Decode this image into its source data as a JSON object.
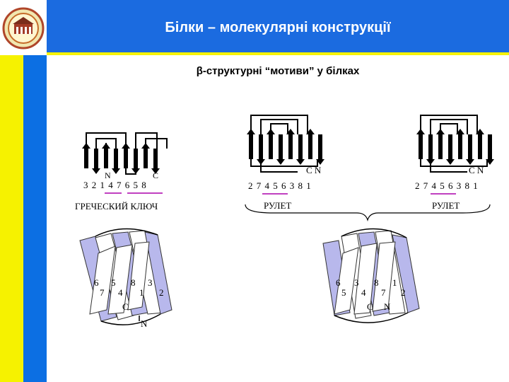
{
  "title": "Білки – молекулярні конструкції",
  "subtitle": "β-структурні “мотиви” у білках",
  "colors": {
    "yellow": "#f6f200",
    "blue": "#1b6be0",
    "strand_fill": "#b8b8ec",
    "underline": "#c040c0"
  },
  "motifs": [
    {
      "caption": "ГРЕЧЕСКИЙ КЛЮЧ",
      "sequence": "3 2 1 4 7 6 5 8",
      "terminal_n": "N",
      "terminal_c": "C",
      "sandwich_labels": [
        "6",
        "5",
        "8",
        "3",
        "7",
        "4",
        "1",
        "2"
      ],
      "sandwich_c": "C",
      "sandwich_n": "N"
    },
    {
      "caption": "РУЛЕТ",
      "sequence": "2 7 4 5 6 3 8 1",
      "terminal_c": "C",
      "terminal_n": "N"
    },
    {
      "caption": "РУЛЕТ",
      "sequence": "2 7 4 5 6 3 8 1",
      "terminal_c": "C",
      "terminal_n": "N",
      "sandwich_labels": [
        "6",
        "3",
        "8",
        "1",
        "5",
        "4",
        "7",
        "2"
      ],
      "sandwich_c": "C",
      "sandwich_n": "N"
    }
  ]
}
